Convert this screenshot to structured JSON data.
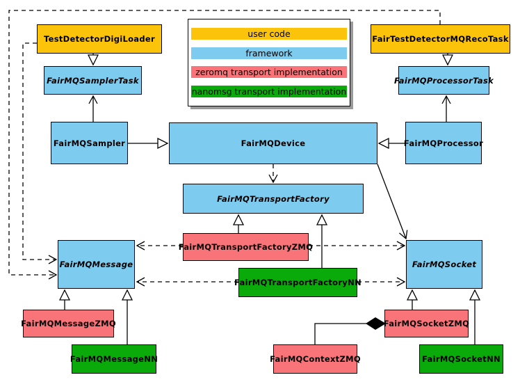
{
  "colors": {
    "user": "#fcc30b",
    "framework": "#7dcbee",
    "zeromq": "#f97478",
    "nanomsg": "#0aaa0a",
    "line": "#000000",
    "legend_shadow": "#9a9a9a"
  },
  "legend": {
    "items": [
      {
        "label": "user code",
        "category": "user"
      },
      {
        "label": "framework",
        "category": "framework"
      },
      {
        "label": "zeromq transport implementation",
        "category": "zeromq"
      },
      {
        "label": "nanomsg transport implementation",
        "category": "nanomsg"
      }
    ]
  },
  "nodes": {
    "digiLoader": {
      "label": "TestDetectorDigiLoader",
      "category": "user",
      "abstract": false
    },
    "recoTask": {
      "label": "FairTestDetectorMQRecoTask",
      "category": "user",
      "abstract": false
    },
    "samplerTask": {
      "label": "FairMQSamplerTask",
      "category": "framework",
      "abstract": true
    },
    "processorTask": {
      "label": "FairMQProcessorTask",
      "category": "framework",
      "abstract": true
    },
    "sampler": {
      "label": "FairMQSampler",
      "category": "framework",
      "abstract": false
    },
    "device": {
      "label": "FairMQDevice",
      "category": "framework",
      "abstract": false
    },
    "processor": {
      "label": "FairMQProcessor",
      "category": "framework",
      "abstract": false
    },
    "transportFactory": {
      "label": "FairMQTransportFactory",
      "category": "framework",
      "abstract": true
    },
    "transportFactoryZMQ": {
      "label": "FairMQTransportFactoryZMQ",
      "category": "zeromq",
      "abstract": false
    },
    "transportFactoryNN": {
      "label": "FairMQTransportFactoryNN",
      "category": "nanomsg",
      "abstract": false
    },
    "message": {
      "label": "FairMQMessage",
      "category": "framework",
      "abstract": true
    },
    "socket": {
      "label": "FairMQSocket",
      "category": "framework",
      "abstract": true
    },
    "messageZMQ": {
      "label": "FairMQMessageZMQ",
      "category": "zeromq",
      "abstract": false
    },
    "messageNN": {
      "label": "FairMQMessageNN",
      "category": "nanomsg",
      "abstract": false
    },
    "contextZMQ": {
      "label": "FairMQContextZMQ",
      "category": "zeromq",
      "abstract": false
    },
    "socketZMQ": {
      "label": "FairMQSocketZMQ",
      "category": "zeromq",
      "abstract": false
    },
    "socketNN": {
      "label": "FairMQSocketNN",
      "category": "nanomsg",
      "abstract": false
    }
  },
  "edges": [
    {
      "from": "TestDetectorDigiLoader",
      "to": "FairMQSamplerTask",
      "relation": "inheritance",
      "style": "solid-hollow-triangle"
    },
    {
      "from": "FairTestDetectorMQRecoTask",
      "to": "FairMQProcessorTask",
      "relation": "inheritance",
      "style": "solid-hollow-triangle"
    },
    {
      "from": "FairMQSampler",
      "to": "FairMQDevice",
      "relation": "inheritance",
      "style": "solid-hollow-triangle"
    },
    {
      "from": "FairMQProcessor",
      "to": "FairMQDevice",
      "relation": "inheritance",
      "style": "solid-hollow-triangle"
    },
    {
      "from": "FairMQTransportFactoryZMQ",
      "to": "FairMQTransportFactory",
      "relation": "inheritance",
      "style": "solid-hollow-triangle"
    },
    {
      "from": "FairMQTransportFactoryNN",
      "to": "FairMQTransportFactory",
      "relation": "inheritance",
      "style": "solid-hollow-triangle"
    },
    {
      "from": "FairMQMessageZMQ",
      "to": "FairMQMessage",
      "relation": "inheritance",
      "style": "solid-hollow-triangle"
    },
    {
      "from": "FairMQMessageNN",
      "to": "FairMQMessage",
      "relation": "inheritance",
      "style": "solid-hollow-triangle"
    },
    {
      "from": "FairMQSocketZMQ",
      "to": "FairMQSocket",
      "relation": "inheritance",
      "style": "solid-hollow-triangle"
    },
    {
      "from": "FairMQSocketNN",
      "to": "FairMQSocket",
      "relation": "inheritance",
      "style": "solid-hollow-triangle"
    },
    {
      "from": "FairMQSampler",
      "to": "FairMQSamplerTask",
      "relation": "association",
      "style": "solid-open-arrow"
    },
    {
      "from": "FairMQProcessor",
      "to": "FairMQProcessorTask",
      "relation": "association",
      "style": "solid-open-arrow"
    },
    {
      "from": "FairMQDevice",
      "to": "FairMQSocket",
      "relation": "association",
      "style": "solid-open-arrow"
    },
    {
      "from": "FairMQDevice",
      "to": "FairMQTransportFactory",
      "relation": "dependency",
      "style": "dashed-open-arrow"
    },
    {
      "from": "TestDetectorDigiLoader",
      "to": "FairMQMessage",
      "relation": "dependency",
      "style": "dashed-open-arrow"
    },
    {
      "from": "FairTestDetectorMQRecoTask",
      "to": "FairMQMessage",
      "relation": "dependency",
      "style": "dashed-open-arrow"
    },
    {
      "from": "FairMQTransportFactoryZMQ",
      "to": "FairMQMessage",
      "relation": "dependency",
      "style": "dashed-open-arrow"
    },
    {
      "from": "FairMQTransportFactoryZMQ",
      "to": "FairMQSocket",
      "relation": "dependency",
      "style": "dashed-open-arrow"
    },
    {
      "from": "FairMQTransportFactoryNN",
      "to": "FairMQMessage",
      "relation": "dependency",
      "style": "dashed-open-arrow"
    },
    {
      "from": "FairMQTransportFactoryNN",
      "to": "FairMQSocket",
      "relation": "dependency",
      "style": "dashed-open-arrow"
    },
    {
      "from": "FairMQContextZMQ",
      "to": "FairMQSocketZMQ",
      "relation": "composition",
      "style": "solid-filled-diamond"
    }
  ]
}
